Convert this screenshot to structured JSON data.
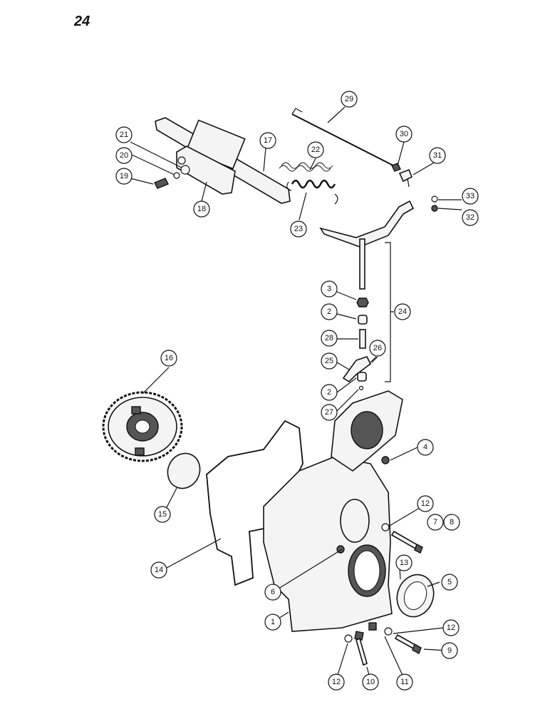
{
  "page_number": "24",
  "callouts": [
    {
      "id": "c1",
      "label": "1"
    },
    {
      "id": "c2a",
      "label": "2"
    },
    {
      "id": "c2b",
      "label": "2"
    },
    {
      "id": "c3",
      "label": "3"
    },
    {
      "id": "c4",
      "label": "4"
    },
    {
      "id": "c5",
      "label": "5"
    },
    {
      "id": "c6",
      "label": "6"
    },
    {
      "id": "c7",
      "label": "7"
    },
    {
      "id": "c8",
      "label": "8"
    },
    {
      "id": "c9",
      "label": "9"
    },
    {
      "id": "c10",
      "label": "10"
    },
    {
      "id": "c11",
      "label": "11"
    },
    {
      "id": "c12a",
      "label": "12"
    },
    {
      "id": "c12b",
      "label": "12"
    },
    {
      "id": "c12c",
      "label": "12"
    },
    {
      "id": "c13",
      "label": "13"
    },
    {
      "id": "c14",
      "label": "14"
    },
    {
      "id": "c15",
      "label": "15"
    },
    {
      "id": "c16",
      "label": "16"
    },
    {
      "id": "c17",
      "label": "17"
    },
    {
      "id": "c18",
      "label": "18"
    },
    {
      "id": "c19",
      "label": "19"
    },
    {
      "id": "c20",
      "label": "20"
    },
    {
      "id": "c21",
      "label": "21"
    },
    {
      "id": "c22",
      "label": "22"
    },
    {
      "id": "c23",
      "label": "23"
    },
    {
      "id": "c24",
      "label": "24"
    },
    {
      "id": "c25",
      "label": "25"
    },
    {
      "id": "c26",
      "label": "26"
    },
    {
      "id": "c27",
      "label": "27"
    },
    {
      "id": "c28",
      "label": "28"
    },
    {
      "id": "c29",
      "label": "29"
    },
    {
      "id": "c30",
      "label": "30"
    },
    {
      "id": "c31",
      "label": "31"
    },
    {
      "id": "c32",
      "label": "32"
    },
    {
      "id": "c33",
      "label": "33"
    }
  ]
}
